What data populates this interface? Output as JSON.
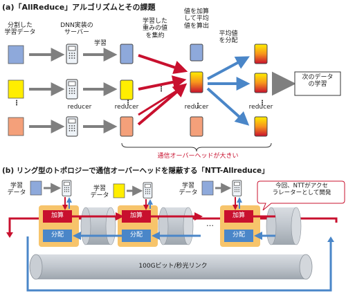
{
  "section_a": {
    "title": "(a)「AllReduce」アルゴリズムとその課題",
    "label_split_data": "分割した\n学習データ",
    "label_dnn_server": "DNN実装の\nサーバー",
    "label_learn": "学習",
    "label_aggregate": "学習した\n重みの値\nを集約",
    "label_compute_avg": "値を加算\nして平均\n値を算出",
    "label_distribute_avg": "平均値\nを分配",
    "reducer_label": "reducer",
    "next_learning": "次のデータ\nの学習",
    "overhead_note": "通信オーバーヘッドが大きい",
    "vertical_dots": "⋮"
  },
  "section_b": {
    "title": "(b) リング型のトポロジーで通信オーバーヘッドを隠蔽する「NTT-Allreduce」",
    "label_learn_data": "学習\nデータ",
    "add_label": "加算",
    "distribute_label": "分配",
    "dots": "…",
    "ntt_callout": "今回、NTTがアクセ\nラレーターとして開発",
    "link_label": "100Gビット/秒光リンク"
  },
  "colors": {
    "blue_square": "#8ea9db",
    "yellow_square": "#ffee00",
    "orange_square": "#f4a07a",
    "red_arrow": "#c8102e",
    "blue_arrow": "#4a86c8",
    "gray_arrow": "#7f7f7f",
    "accelerator_bg": "#f7c46b",
    "add_box": "#c8102e",
    "distribute_box": "#4a86c8"
  },
  "icons": [
    "server-icon",
    "data-block",
    "gradient-block",
    "arrow-right",
    "cylinder-link"
  ]
}
